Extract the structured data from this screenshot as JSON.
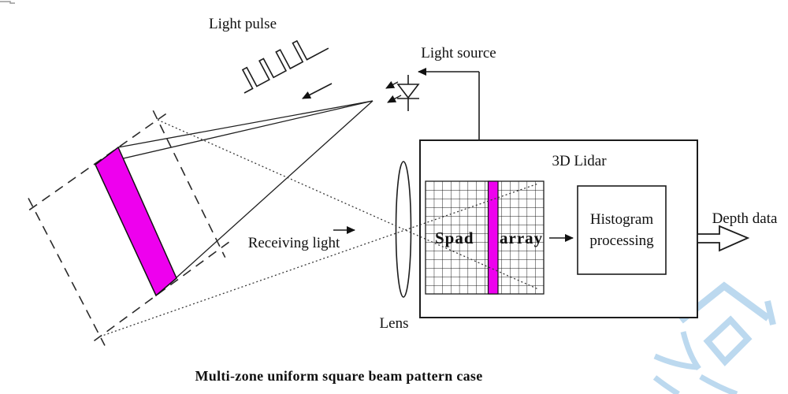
{
  "figure": {
    "caption": "Multi-zone uniform square beam pattern case",
    "labels": {
      "light_pulse": "Light pulse",
      "light_source": "Light source",
      "receiving_light": "Receiving light",
      "lens": "Lens",
      "lidar_title": "3D Lidar",
      "spad_left": "Spad",
      "spad_right": "array",
      "histogram_line1": "Histogram",
      "histogram_line2": "processing",
      "depth_data": "Depth data"
    },
    "colors": {
      "beam_zone_magenta": "#ee00ee",
      "line_black": "#1c1c1c",
      "watermark_blue": "#bcd9ef"
    }
  }
}
